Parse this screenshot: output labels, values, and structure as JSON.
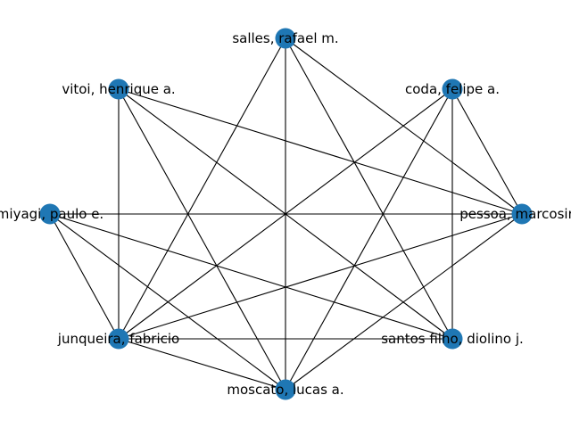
{
  "graph": {
    "node_color": "#1f77b4",
    "edge_color": "#000000",
    "nodes": [
      {
        "id": "salles",
        "label": "salles, rafael m."
      },
      {
        "id": "coda",
        "label": "coda, felipe a."
      },
      {
        "id": "pessoa",
        "label": "pessoa, marcosiris"
      },
      {
        "id": "santos",
        "label": "santos filho, diolino j."
      },
      {
        "id": "moscato",
        "label": "moscato, lucas a."
      },
      {
        "id": "junqueira",
        "label": "junqueira, fabricio"
      },
      {
        "id": "miyagi",
        "label": "miyagi, paulo e."
      },
      {
        "id": "vitoi",
        "label": "vitoi, henrique a."
      }
    ],
    "edges": [
      [
        "salles",
        "pessoa"
      ],
      [
        "salles",
        "santos"
      ],
      [
        "salles",
        "moscato"
      ],
      [
        "salles",
        "junqueira"
      ],
      [
        "coda",
        "pessoa"
      ],
      [
        "coda",
        "santos"
      ],
      [
        "coda",
        "moscato"
      ],
      [
        "coda",
        "junqueira"
      ],
      [
        "pessoa",
        "moscato"
      ],
      [
        "pessoa",
        "junqueira"
      ],
      [
        "pessoa",
        "miyagi"
      ],
      [
        "pessoa",
        "vitoi"
      ],
      [
        "santos",
        "junqueira"
      ],
      [
        "santos",
        "miyagi"
      ],
      [
        "santos",
        "vitoi"
      ],
      [
        "moscato",
        "junqueira"
      ],
      [
        "moscato",
        "miyagi"
      ],
      [
        "moscato",
        "vitoi"
      ],
      [
        "junqueira",
        "miyagi"
      ],
      [
        "junqueira",
        "vitoi"
      ]
    ]
  }
}
